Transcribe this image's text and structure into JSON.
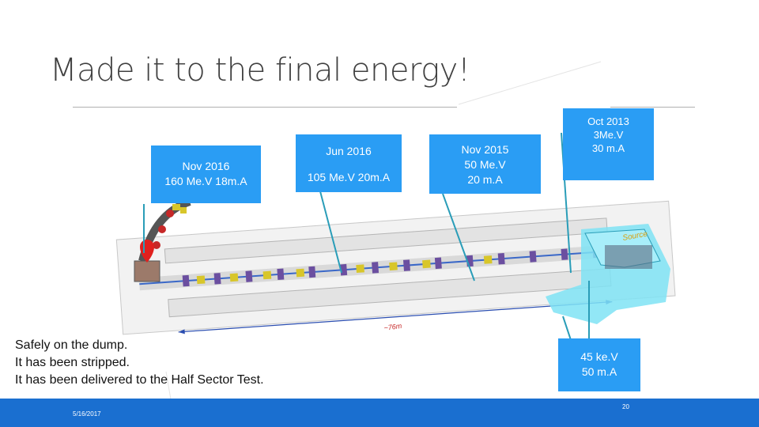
{
  "slide": {
    "title": "Made it to the final energy!",
    "callouts": {
      "nov2016": [
        "Nov 2016",
        "160 Me.V 18m.A"
      ],
      "jun2016": [
        "Jun 2016",
        "105 Me.V 20m.A"
      ],
      "nov2015": [
        "Nov 2015",
        "50 Me.V",
        "20 m.A"
      ],
      "oct2013": [
        "Oct 2013",
        "3Me.V",
        "30 m.A"
      ],
      "source": [
        "45 ke.V",
        "50 m.A"
      ]
    },
    "bottom_text": [
      "Safely on the dump.",
      "It has been stripped.",
      "It has been delivered to the Half Sector Test."
    ],
    "diagram": {
      "source_label": "Source",
      "length_label": "~76m"
    },
    "footer_date": "5/16/2017",
    "page_number": "20"
  },
  "colors": {
    "callout_bg": "#2a9df4",
    "footer_bg": "#1a6fd0",
    "source_area": "#7fe3f5"
  }
}
